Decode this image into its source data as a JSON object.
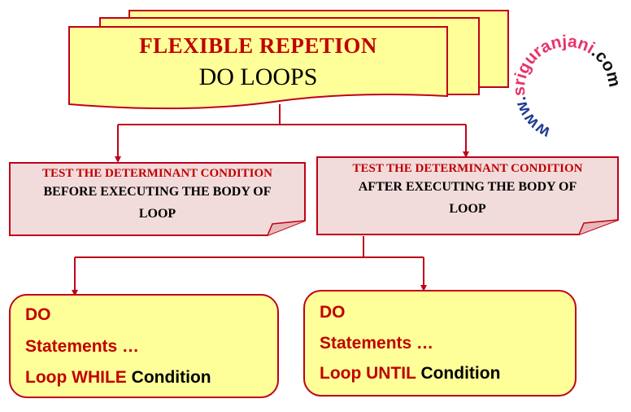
{
  "header": {
    "title": "FLEXIBLE REPETION",
    "subtitle": "DO LOOPS"
  },
  "left_test": {
    "line1": "TEST THE DETERMINANT CONDITION",
    "line2": "BEFORE EXECUTING THE BODY OF",
    "line3": "LOOP"
  },
  "right_test": {
    "line1": "TEST THE DETERMINANT CONDITION",
    "line2": "AFTER EXECUTING THE BODY OF",
    "line3": "LOOP"
  },
  "left_code": {
    "line1": "DO",
    "line2": "Statements …",
    "keyword": "Loop WHILE",
    "condition": "Condition"
  },
  "right_code": {
    "line1": "DO",
    "line2": "Statements …",
    "keyword": "Loop UNTIL",
    "condition": "Condition"
  },
  "watermark": {
    "www": "www.",
    "name": "sriguranjani",
    "tld": ".com"
  },
  "colors": {
    "accent": "#c00000",
    "fill_yellow": "#ffff99",
    "fill_pink": "#f2dcdb",
    "watermark_blue": "#1f3a93"
  }
}
